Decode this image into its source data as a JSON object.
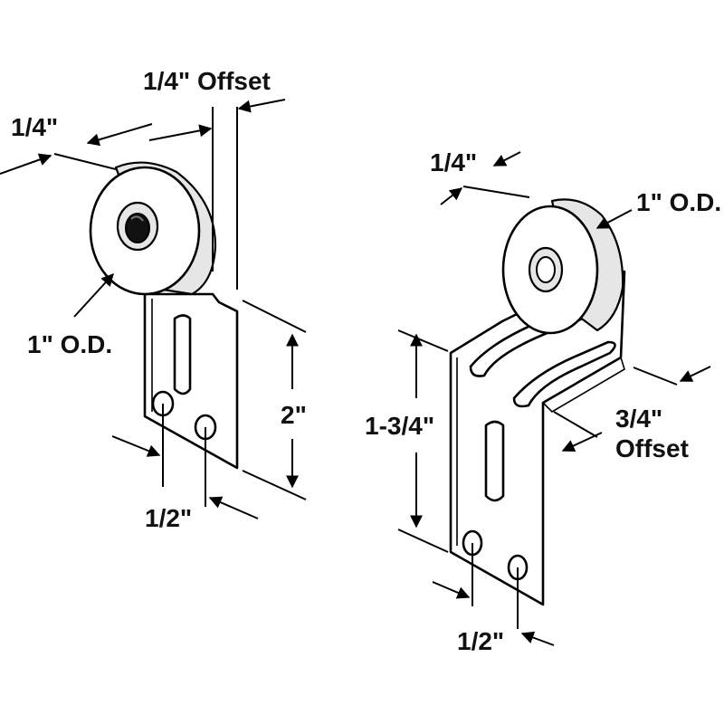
{
  "left_bracket": {
    "offset_label": "1/4\" Offset",
    "width_label": "1/4\"",
    "od_label": "1\" O.D.",
    "height_label": "2\"",
    "spacing_label": "1/2\""
  },
  "right_bracket": {
    "width_label": "1/4\"",
    "od_label": "1\" O.D.",
    "height_label": "1-3/4\"",
    "offset_label_line1": "3/4\"",
    "offset_label_line2": "Offset",
    "spacing_label": "1/2\""
  }
}
